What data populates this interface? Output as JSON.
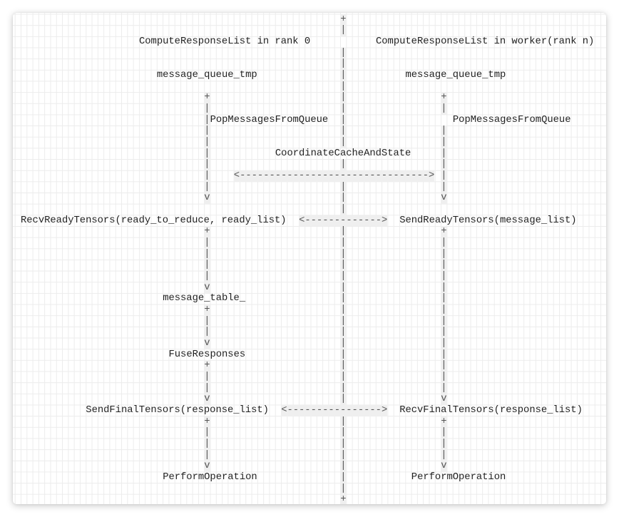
{
  "diagram": {
    "char_width": 8.3,
    "line_height": 15.67,
    "colors": {
      "grid": "#ececec",
      "glyph_bg": "#efefef",
      "text": "#1f1f1f",
      "connector": "#555555"
    },
    "columns": {
      "left_lifeline": 31,
      "middle_divider": 54,
      "right_lifeline": 71
    },
    "headers": {
      "left": "ComputeResponseList in rank 0",
      "right": "ComputeResponseList in worker(rank n)"
    },
    "labels": {
      "left_queue": "message_queue_tmp",
      "right_queue": "message_queue_tmp",
      "left_pop": "PopMessagesFromQueue",
      "right_pop": "PopMessagesFromQueue",
      "coordinate": "CoordinateCacheAndState",
      "recv_ready": "RecvReadyTensors(ready_to_reduce, ready_list)",
      "send_ready": "SendReadyTensors(message_list)",
      "message_table": "message_table_",
      "fuse": "FuseResponses",
      "send_final": "SendFinalTensors(response_list)",
      "recv_final": "RecvFinalTensors(response_list)",
      "left_perform": "PerformOperation",
      "right_perform": "PerformOperation"
    },
    "arrows": {
      "coordinate_arrow": "<-------------------------------->",
      "ready_arrow": "<------------->",
      "final_arrow": "<---------------->"
    },
    "glyphs": {
      "start": "+",
      "line": "|",
      "end": "v"
    },
    "segments": [
      {
        "row": 0,
        "col": 54,
        "text": "+",
        "type": "hl",
        "name": "divider-top"
      },
      {
        "row": 2,
        "col": 20,
        "key": "headers.left",
        "type": "label",
        "name": "left-header"
      },
      {
        "row": 2,
        "col": 60,
        "key": "headers.right",
        "type": "label",
        "name": "right-header"
      },
      {
        "row": 5,
        "col": 23,
        "key": "labels.left_queue",
        "type": "label",
        "name": "left-queue-label"
      },
      {
        "row": 5,
        "col": 65,
        "key": "labels.right_queue",
        "type": "label",
        "name": "right-queue-label"
      },
      {
        "row": 7,
        "col": 31,
        "text": "+",
        "type": "hl"
      },
      {
        "row": 7,
        "col": 71,
        "text": "+",
        "type": "hl"
      },
      {
        "row": 9,
        "col": 32,
        "key": "labels.left_pop",
        "type": "label",
        "name": "left-pop-label"
      },
      {
        "row": 9,
        "col": 73,
        "key": "labels.right_pop",
        "type": "label",
        "name": "right-pop-label"
      },
      {
        "row": 12,
        "col": 43,
        "key": "labels.coordinate",
        "type": "label",
        "name": "coordinate-label"
      },
      {
        "row": 14,
        "col": 36,
        "key": "arrows.coordinate_arrow",
        "type": "hl",
        "name": "coordinate-arrow"
      },
      {
        "row": 16,
        "col": 31,
        "text": "v",
        "type": "hl"
      },
      {
        "row": 16,
        "col": 71,
        "text": "v",
        "type": "hl"
      },
      {
        "row": 18,
        "col": 0,
        "key": "labels.recv_ready",
        "type": "label",
        "name": "recv-ready-label"
      },
      {
        "row": 18,
        "col": 47,
        "key": "arrows.ready_arrow",
        "type": "hl",
        "name": "ready-arrow"
      },
      {
        "row": 18,
        "col": 64,
        "key": "labels.send_ready",
        "type": "label",
        "name": "send-ready-label"
      },
      {
        "row": 19,
        "col": 31,
        "text": "+",
        "type": "hl"
      },
      {
        "row": 19,
        "col": 71,
        "text": "+",
        "type": "hl"
      },
      {
        "row": 24,
        "col": 31,
        "text": "v",
        "type": "hl"
      },
      {
        "row": 25,
        "col": 24,
        "key": "labels.message_table",
        "type": "label",
        "name": "message-table-label"
      },
      {
        "row": 26,
        "col": 31,
        "text": "+",
        "type": "hl"
      },
      {
        "row": 29,
        "col": 31,
        "text": "v",
        "type": "hl"
      },
      {
        "row": 30,
        "col": 25,
        "key": "labels.fuse",
        "type": "label",
        "name": "fuse-label"
      },
      {
        "row": 31,
        "col": 31,
        "text": "+",
        "type": "hl"
      },
      {
        "row": 34,
        "col": 31,
        "text": "v",
        "type": "hl"
      },
      {
        "row": 34,
        "col": 71,
        "text": "v",
        "type": "hl"
      },
      {
        "row": 35,
        "col": 11,
        "key": "labels.send_final",
        "type": "label",
        "name": "send-final-label"
      },
      {
        "row": 35,
        "col": 44,
        "key": "arrows.final_arrow",
        "type": "hl",
        "name": "final-arrow"
      },
      {
        "row": 35,
        "col": 64,
        "key": "labels.recv_final",
        "type": "label",
        "name": "recv-final-label"
      },
      {
        "row": 36,
        "col": 31,
        "text": "+",
        "type": "hl"
      },
      {
        "row": 36,
        "col": 71,
        "text": "+",
        "type": "hl"
      },
      {
        "row": 40,
        "col": 31,
        "text": "v",
        "type": "hl"
      },
      {
        "row": 40,
        "col": 71,
        "text": "v",
        "type": "hl"
      },
      {
        "row": 41,
        "col": 24,
        "key": "labels.left_perform",
        "type": "label",
        "name": "left-perform-label"
      },
      {
        "row": 41,
        "col": 66,
        "key": "labels.right_perform",
        "type": "label",
        "name": "right-perform-label"
      },
      {
        "row": 43,
        "col": 54,
        "text": "+",
        "type": "hl",
        "name": "divider-bottom"
      }
    ],
    "vertical_runs": [
      {
        "col": 54,
        "from": 1,
        "to": 42,
        "skip": [
          2,
          12,
          14,
          18,
          35
        ]
      },
      {
        "col": 31,
        "from": 8,
        "to": 15,
        "skip": [
          9
        ]
      },
      {
        "col": 71,
        "from": 8,
        "to": 15,
        "skip": [
          9
        ]
      },
      {
        "col": 31,
        "from": 20,
        "to": 23,
        "skip": []
      },
      {
        "col": 31,
        "from": 27,
        "to": 28,
        "skip": []
      },
      {
        "col": 31,
        "from": 32,
        "to": 33,
        "skip": []
      },
      {
        "col": 71,
        "from": 20,
        "to": 33,
        "skip": []
      },
      {
        "col": 31,
        "from": 37,
        "to": 39,
        "skip": []
      },
      {
        "col": 71,
        "from": 37,
        "to": 39,
        "skip": []
      }
    ],
    "vertical_runs_pop_bar": [
      {
        "col": 31,
        "row": 9
      }
    ]
  }
}
